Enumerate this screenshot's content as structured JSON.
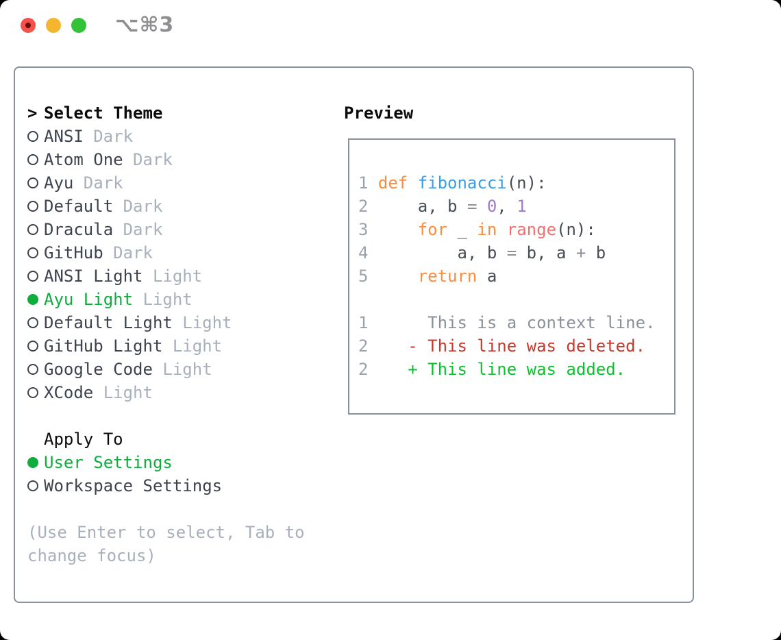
{
  "window": {
    "title": "⌥⌘3",
    "traffic_lights": [
      "close",
      "minimize",
      "zoom"
    ]
  },
  "theme_picker": {
    "prompt": ">",
    "header": "Select Theme",
    "items": [
      {
        "name": "ANSI",
        "variant": "Dark",
        "selected": false
      },
      {
        "name": "Atom One",
        "variant": "Dark",
        "selected": false
      },
      {
        "name": "Ayu",
        "variant": "Dark",
        "selected": false
      },
      {
        "name": "Default",
        "variant": "Dark",
        "selected": false
      },
      {
        "name": "Dracula",
        "variant": "Dark",
        "selected": false
      },
      {
        "name": "GitHub",
        "variant": "Dark",
        "selected": false
      },
      {
        "name": "ANSI Light",
        "variant": "Light",
        "selected": false
      },
      {
        "name": "Ayu Light",
        "variant": "Light",
        "selected": true
      },
      {
        "name": "Default Light",
        "variant": "Light",
        "selected": false
      },
      {
        "name": "GitHub Light",
        "variant": "Light",
        "selected": false
      },
      {
        "name": "Google Code",
        "variant": "Light",
        "selected": false
      },
      {
        "name": "XCode",
        "variant": "Light",
        "selected": false
      }
    ]
  },
  "apply_to": {
    "header": "Apply To",
    "options": [
      {
        "label": "User Settings",
        "selected": true
      },
      {
        "label": "Workspace Settings",
        "selected": false
      }
    ]
  },
  "hint": {
    "line1": "(Use Enter to select, Tab to",
    "line2": "change focus)"
  },
  "preview": {
    "header": "Preview",
    "code_lines": [
      {
        "num": "1",
        "tokens": [
          {
            "text": "def ",
            "style": "keyword"
          },
          {
            "text": "fibonacci",
            "style": "function"
          },
          {
            "text": "(n):",
            "style": "plain"
          }
        ]
      },
      {
        "num": "2",
        "tokens": [
          {
            "text": "    a, b ",
            "style": "plain"
          },
          {
            "text": "=",
            "style": "operator"
          },
          {
            "text": " ",
            "style": "plain"
          },
          {
            "text": "0",
            "style": "number"
          },
          {
            "text": ", ",
            "style": "plain"
          },
          {
            "text": "1",
            "style": "number"
          }
        ]
      },
      {
        "num": "3",
        "tokens": [
          {
            "text": "    ",
            "style": "plain"
          },
          {
            "text": "for",
            "style": "keyword"
          },
          {
            "text": " _ ",
            "style": "plain"
          },
          {
            "text": "in",
            "style": "keyword"
          },
          {
            "text": " ",
            "style": "plain"
          },
          {
            "text": "range",
            "style": "call"
          },
          {
            "text": "(n):",
            "style": "plain"
          }
        ]
      },
      {
        "num": "4",
        "tokens": [
          {
            "text": "        a, b ",
            "style": "plain"
          },
          {
            "text": "=",
            "style": "operator"
          },
          {
            "text": " b, a ",
            "style": "plain"
          },
          {
            "text": "+",
            "style": "operator"
          },
          {
            "text": " b",
            "style": "plain"
          }
        ]
      },
      {
        "num": "5",
        "tokens": [
          {
            "text": "    ",
            "style": "plain"
          },
          {
            "text": "return",
            "style": "keyword"
          },
          {
            "text": " a",
            "style": "plain"
          }
        ]
      }
    ],
    "diff_lines": [
      {
        "num": "1",
        "text": "     This is a context line.",
        "style": "context"
      },
      {
        "num": "2",
        "text": "   - This line was deleted.",
        "style": "deleted"
      },
      {
        "num": "2",
        "text": "   + This line was added.",
        "style": "added"
      }
    ]
  },
  "colors": {
    "window_bg": "#ffffff",
    "panel_border": "#8a9199",
    "title_gray": "#8e8e93",
    "traffic_red": "#f2524a",
    "traffic_red_dot": "#6e0d07",
    "traffic_yellow": "#f6b52e",
    "traffic_green": "#33c23a",
    "header_black": "#0b0b0d",
    "item_name": "#3d434e",
    "variant_gray": "#a7b0bb",
    "hint_gray": "#a7b0bb",
    "accent_green": "#0fad3d",
    "line_number_gray": "#9aa3ae",
    "code_plain": "#474d57",
    "code_operator": "#8a9199",
    "syntax_keyword_orange": "#fa8d3e",
    "syntax_function_blue": "#399ee6",
    "syntax_number_purple": "#a37acc",
    "syntax_call_coral": "#f07171",
    "context_gray": "#8a9199",
    "diff_deleted_red": "#c53a2c",
    "diff_added_green": "#0cc22c"
  }
}
